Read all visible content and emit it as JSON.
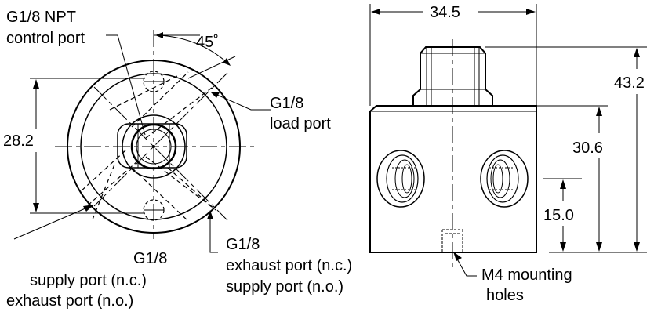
{
  "labels": {
    "control_port_line1": "G1/8 NPT",
    "control_port_line2": "control port",
    "angle": "45˚",
    "load_port_line1": "G1/8",
    "load_port_line2": "load port",
    "diameter": "28.2",
    "supply_port_line1": "G1/8",
    "supply_port_line2": "supply port (n.c.)",
    "supply_port_line3": "exhaust port (n.o.)",
    "exhaust_port_line1": "G1/8",
    "exhaust_port_line2": "exhaust port (n.c.)",
    "exhaust_port_line3": "supply port (n.o.)",
    "width": "34.5",
    "overall_height": "43.2",
    "body_height": "30.6",
    "port_height": "15.0",
    "mounting_line1": "M4 mounting",
    "mounting_line2": "holes"
  }
}
